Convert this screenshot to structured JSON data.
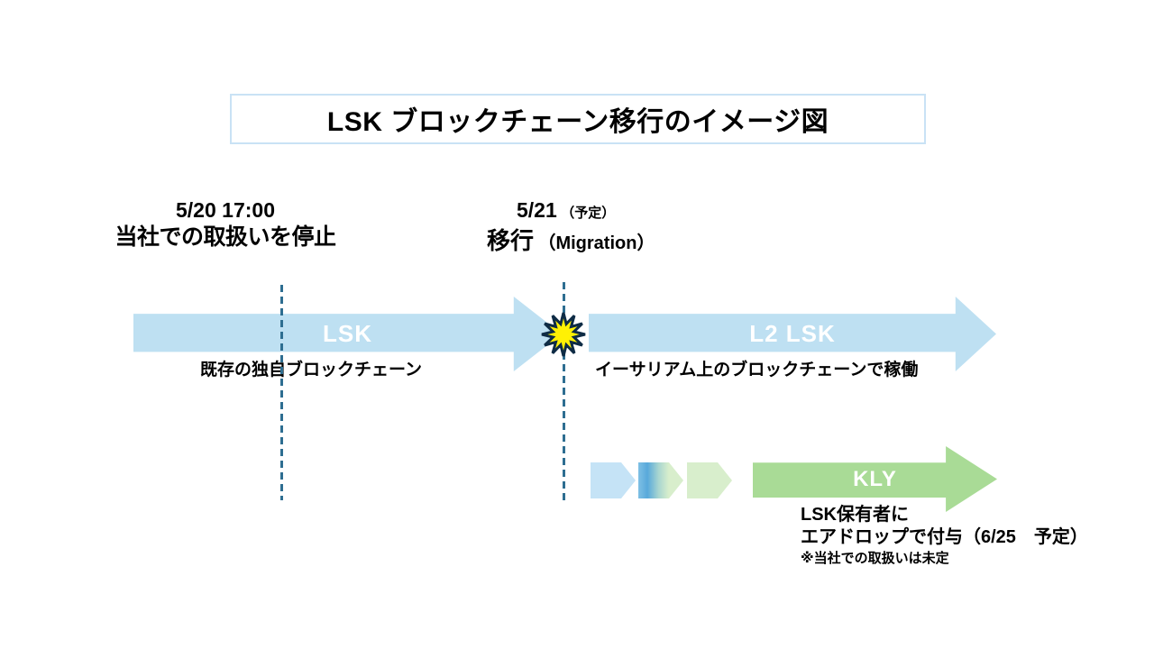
{
  "title": "LSK ブロックチェーン移行のイメージ図",
  "milestones": {
    "stop": {
      "date": "5/20 17:00",
      "label": "当社での取扱いを停止"
    },
    "migration": {
      "date": "5/21",
      "date_note": "（予定）",
      "label": "移行",
      "label_note": "（Migration）"
    }
  },
  "timeline": {
    "lsk": {
      "label": "LSK",
      "caption": "既存の独自ブロックチェーン"
    },
    "l2_lsk": {
      "label": "L2 LSK",
      "caption": "イーサリアム上のブロックチェーンで稼働"
    },
    "kly": {
      "label": "KLY",
      "notes": [
        "LSK保有者に",
        "エアドロップで付与（6/25　予定）",
        "※当社での取扱いは未定"
      ]
    }
  },
  "icons": {
    "burst": "explosion-burst-icon"
  },
  "colors": {
    "arrow_blue": "#BEE0F2",
    "arrow_green": "#A9DB96",
    "chevron_blue": "#C5E3F6",
    "chevron_green": "#D8EECC",
    "chevron_gradient_start": "#58A9DB",
    "dashed_line": "#2E6E91",
    "burst_fill": "#FFF104",
    "burst_stroke": "#0E2B45",
    "title_border": "#C9E2F5"
  }
}
